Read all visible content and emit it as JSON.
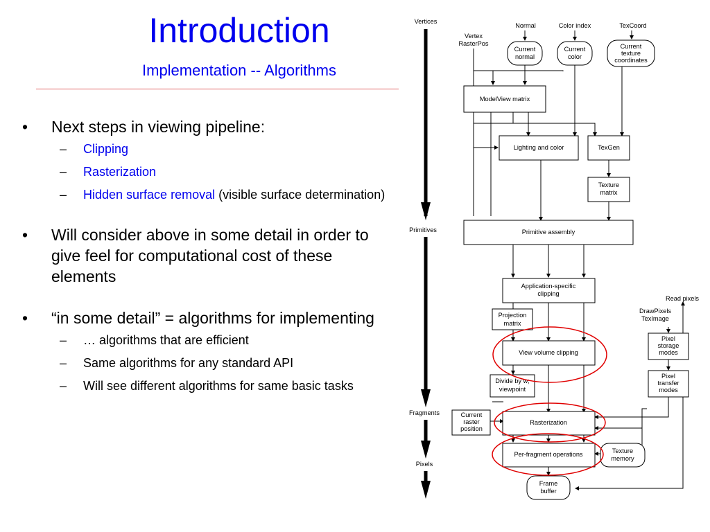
{
  "slide": {
    "title": "Introduction",
    "subtitle": "Implementation -- Algorithms"
  },
  "bullets": [
    {
      "text": "Next steps in viewing pipeline:",
      "sub": [
        {
          "highlight": "Clipping",
          "rest": ""
        },
        {
          "highlight": "Rasterization",
          "rest": ""
        },
        {
          "highlight": "Hidden surface removal",
          "rest": " (visible surface determination)"
        }
      ]
    },
    {
      "text": "Will consider above in some detail in order to give feel for computational cost of these elements",
      "sub": []
    },
    {
      "text": "“in some detail” = algorithms for implementing",
      "sub": [
        {
          "highlight": "",
          "rest": "… algorithms that are efficient"
        },
        {
          "highlight": "",
          "rest": "Same algorithms for any standard API"
        },
        {
          "highlight": "",
          "rest": "Will see different algorithms for same basic tasks"
        }
      ]
    }
  ],
  "diagram": {
    "stage_labels": [
      "Vertices",
      "Primitives",
      "Fragments",
      "Pixels"
    ],
    "inputs": {
      "normal": "Normal",
      "color_index": "Color index",
      "texcoord": "TexCoord",
      "vertex_raster": [
        "Vertex",
        "RasterPos"
      ],
      "drawpixels": [
        "DrawPixels",
        "TexImage"
      ],
      "read_pixels": "Read pixels"
    },
    "boxes": {
      "current_normal": [
        "Current",
        "normal"
      ],
      "current_color": [
        "Current",
        "color"
      ],
      "current_texcoords": [
        "Current",
        "texture",
        "coordinates"
      ],
      "modelview": "ModelView matrix",
      "lighting": "Lighting and color",
      "texgen": "TexGen",
      "texture_matrix": [
        "Texture",
        "matrix"
      ],
      "primitive_assembly": "Primitive assembly",
      "app_clipping": [
        "Application-specific",
        "clipping"
      ],
      "projection_matrix": [
        "Projection",
        "matrix"
      ],
      "view_volume_clipping": "View volume clipping",
      "divide_by_w": [
        "Divide by w;",
        "viewpoint"
      ],
      "current_raster": [
        "Current",
        "raster",
        "position"
      ],
      "rasterization": "Rasterization",
      "per_fragment": "Per-fragment operations",
      "texture_memory": [
        "Texture",
        "memory"
      ],
      "frame_buffer": [
        "Frame",
        "buffer"
      ],
      "pixel_storage": [
        "Pixel",
        "storage",
        "modes"
      ],
      "pixel_transfer": [
        "Pixel",
        "transfer",
        "modes"
      ]
    },
    "highlight_color": "#e00000"
  },
  "colors": {
    "title_blue": "#0000ee",
    "rule_red": "#e06060"
  }
}
